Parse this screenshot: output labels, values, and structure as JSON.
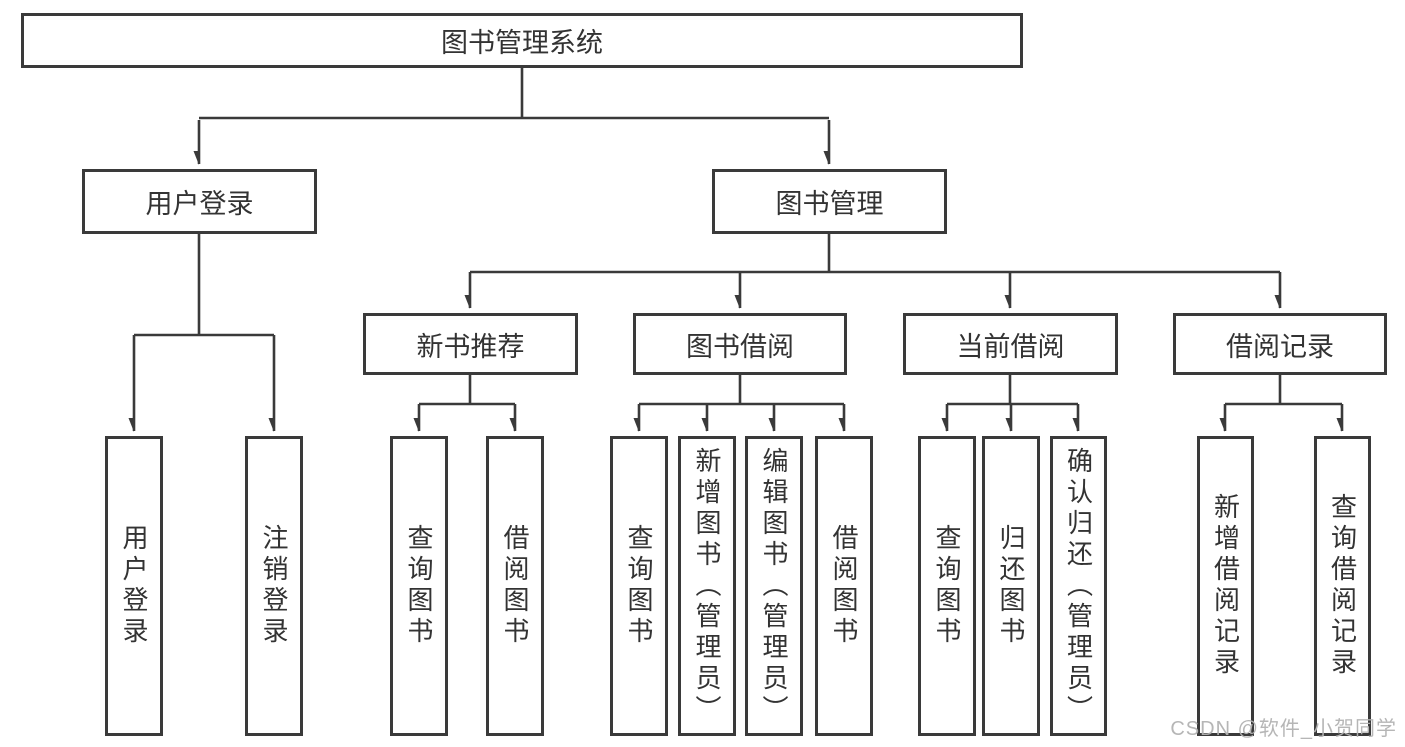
{
  "diagram": {
    "root": {
      "label": "图书管理系统"
    },
    "level2": [
      {
        "id": "user-login",
        "label": "用户登录"
      },
      {
        "id": "book-management",
        "label": "图书管理"
      }
    ],
    "level3": [
      {
        "id": "new-book-recommend",
        "label": "新书推荐"
      },
      {
        "id": "book-borrowing",
        "label": "图书借阅"
      },
      {
        "id": "current-borrowing",
        "label": "当前借阅"
      },
      {
        "id": "borrowing-records",
        "label": "借阅记录"
      }
    ],
    "leaves": [
      {
        "parent": "user-login",
        "label": "用户登录"
      },
      {
        "parent": "user-login",
        "label": "注销登录"
      },
      {
        "parent": "new-book-recommend",
        "label": "查询图书"
      },
      {
        "parent": "new-book-recommend",
        "label": "借阅图书"
      },
      {
        "parent": "book-borrowing",
        "label": "查询图书"
      },
      {
        "parent": "book-borrowing",
        "label": "新增图书（管理员）"
      },
      {
        "parent": "book-borrowing",
        "label": "编辑图书（管理员）"
      },
      {
        "parent": "book-borrowing",
        "label": "借阅图书"
      },
      {
        "parent": "current-borrowing",
        "label": "查询图书"
      },
      {
        "parent": "current-borrowing",
        "label": "归还图书"
      },
      {
        "parent": "current-borrowing",
        "label": "确认归还（管理员）"
      },
      {
        "parent": "borrowing-records",
        "label": "新增借阅记录"
      },
      {
        "parent": "borrowing-records",
        "label": "查询借阅记录"
      }
    ]
  },
  "watermark": "CSDN @软件_小贺同学",
  "colors": {
    "line": "#3a3a3a",
    "text": "#333333",
    "box_background": "#ffffff",
    "watermark": "#b2b2b2"
  }
}
